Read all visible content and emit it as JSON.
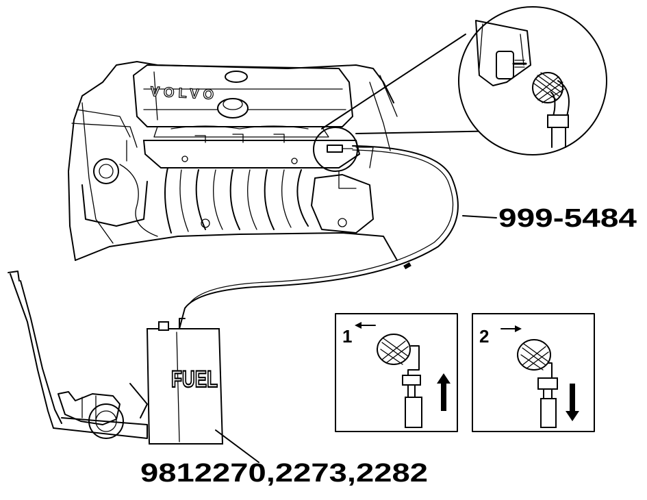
{
  "diagram": {
    "part_number_hose": "999-5484",
    "part_numbers_tank": "9812270,2273,2282",
    "tank_label": "FUEL",
    "steps": [
      {
        "number": "1",
        "arrow_direction": "left",
        "motion": "up"
      },
      {
        "number": "2",
        "arrow_direction": "right",
        "motion": "down"
      }
    ],
    "brand_mark": "VOLVO"
  }
}
